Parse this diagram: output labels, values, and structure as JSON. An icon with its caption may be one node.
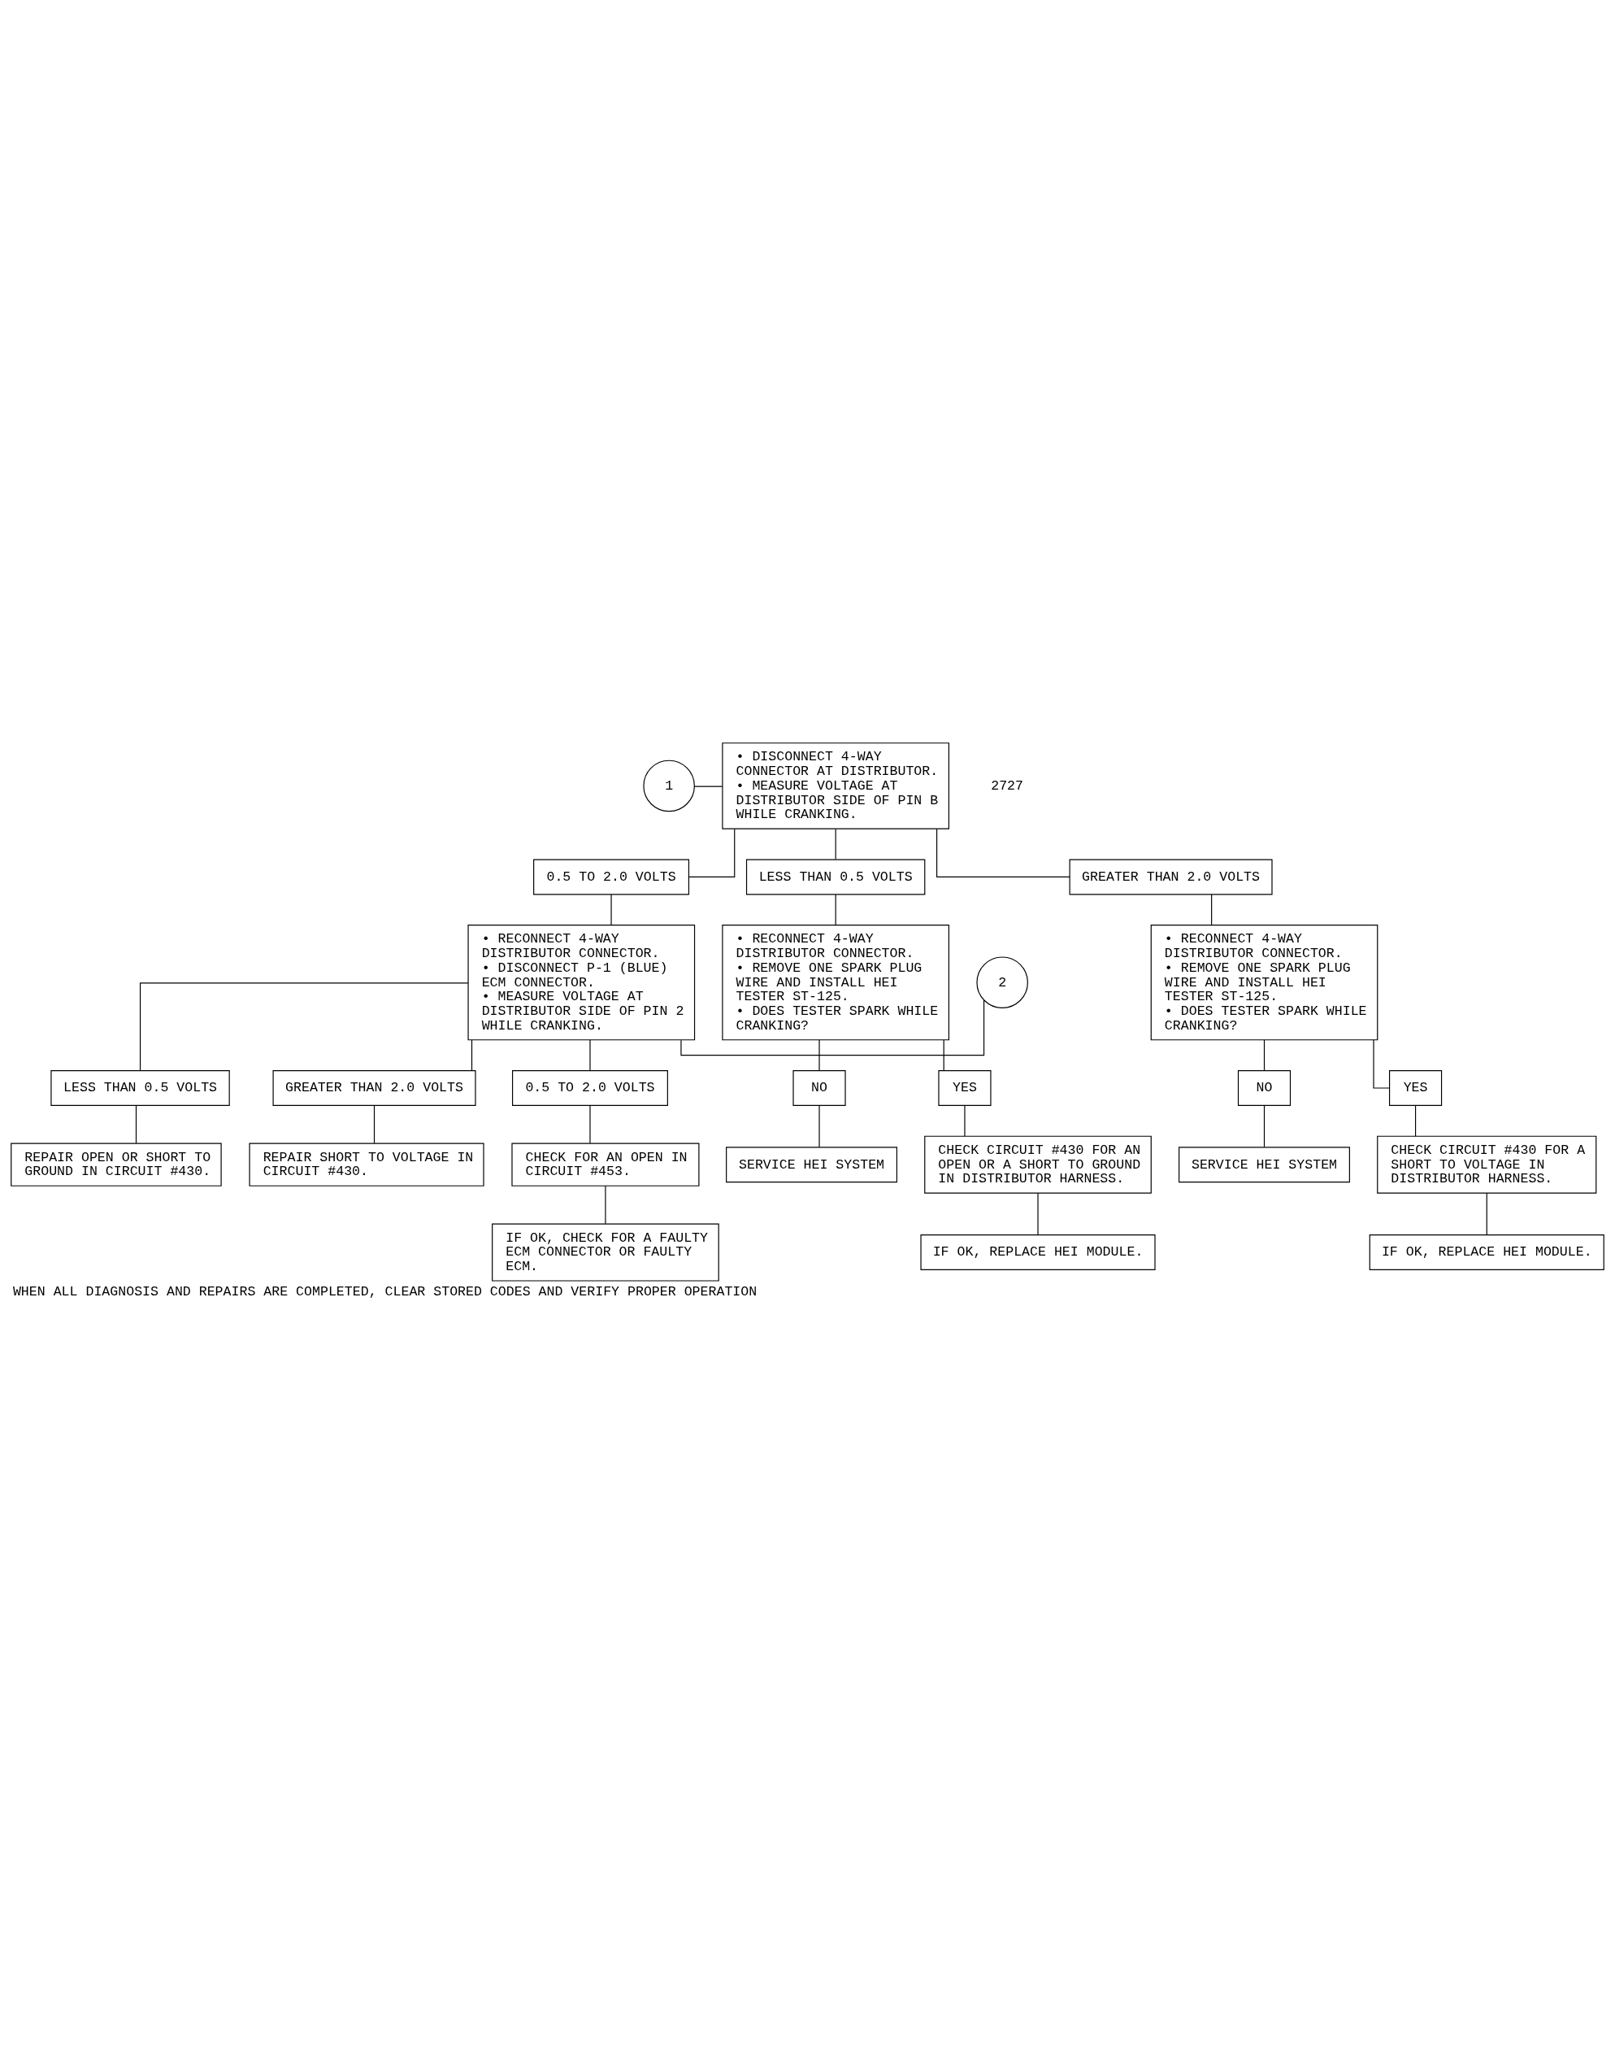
{
  "diagram": {
    "caption": "WHEN ALL DIAGNOSIS AND REPAIRS ARE COMPLETED, CLEAR STORED CODES AND VERIFY PROPER OPERATION",
    "nodes": [
      {
        "text": [
          "1"
        ]
      },
      {
        "text": [
          "• DISCONNECT 4-WAY CONNECTOR AT DISTRIBUTOR.",
          "• MEASURE VOLTAGE AT DISTRIBUTOR SIDE OF PIN B WHILE CRANKING."
        ]
      },
      {
        "text": [
          "0.5 TO 2.0 VOLTS"
        ]
      },
      {
        "text": [
          "LESS THAN 0.5 VOLTS"
        ]
      },
      {
        "text": [
          "GREATER THAN 2.0 VOLTS"
        ]
      },
      {
        "text": [
          "2"
        ]
      },
      {
        "text": [
          "• RECONNECT 4-WAY DISTRIBUTOR CONNECTOR.",
          "• DISCONNECT P-1 (BLUE) ECM CONNECTOR.",
          "• MEASURE VOLTAGE AT DISTRIBUTOR SIDE OF PIN 2 WHILE CRANKING."
        ]
      },
      {
        "text": [
          "• RECONNECT 4-WAY DISTRIBUTOR CONNECTOR.",
          "• REMOVE ONE SPARK PLUG WIRE AND INSTALL HEI TESTER ST-125.",
          "• DOES TESTER SPARK WHILE CRANKING?"
        ]
      },
      {
        "text": [
          "• RECONNECT 4-WAY DISTRIBUTOR CONNECTOR.",
          "• REMOVE ONE SPARK PLUG WIRE AND INSTALL HEI TESTER ST-125.",
          "• DOES TESTER SPARK WHILE CRANKING?"
        ]
      },
      {
        "text": [
          "YES"
        ]
      },
      {
        "text": [
          "NO"
        ]
      },
      {
        "text": [
          "YES"
        ]
      },
      {
        "text": [
          "NO"
        ]
      },
      {
        "text": [
          "CHECK CIRCUIT #430 FOR AN OPEN OR A SHORT TO GROUND IN DISTRIBUTOR HARNESS."
        ]
      },
      {
        "text": [
          "SERVICE HEI SYSTEM"
        ]
      },
      {
        "text": [
          "SERVICE HEI SYSTEM"
        ]
      },
      {
        "text": [
          "IF OK, REPLACE HEI MODULE."
        ]
      },
      {
        "text": [
          "CHECK CIRCUIT #430 FOR A SHORT TO VOLTAGE IN DISTRIBUTOR HARNESS."
        ]
      },
      {
        "text": [
          "IF OK, REPLACE HEI MODULE."
        ]
      },
      {
        "text": [
          "0.5 TO 2.0 VOLTS"
        ]
      },
      {
        "text": [
          "LESS THAN 0.5 VOLTS"
        ]
      },
      {
        "text": [
          "GREATER THAN 2.0 VOLTS"
        ]
      },
      {
        "text": [
          "CHECK FOR AN OPEN IN CIRCUIT #453."
        ]
      },
      {
        "text": [
          "REPAIR OPEN OR SHORT TO GROUND IN CIRCUIT #430."
        ]
      },
      {
        "text": [
          "REPAIR SHORT TO VOLTAGE IN CIRCUIT #430."
        ]
      },
      {
        "text": [
          "IF OK, CHECK FOR A FAULTY ECM CONNECTOR OR FAULTY ECM."
        ]
      }
    ],
    "edges": [
      {
        "from": 0,
        "to": 1,
        "arrow": "none"
      },
      {
        "from": 1,
        "to": 2,
        "arrow": "none"
      },
      {
        "from": 1,
        "to": 3,
        "arrow": "none"
      },
      {
        "from": 1,
        "to": 4,
        "arrow": "none"
      },
      {
        "from": 5,
        "to": 6,
        "arrow": "none"
      },
      {
        "from": 2,
        "to": 6,
        "arrow": "none"
      },
      {
        "from": 3,
        "to": 7,
        "arrow": "none"
      },
      {
        "from": 4,
        "to": 8,
        "arrow": "none"
      },
      {
        "from": 7,
        "to": 9,
        "arrow": "none"
      },
      {
        "from": 7,
        "to": 10,
        "arrow": "none"
      },
      {
        "from": 8,
        "to": 11,
        "arrow": "none"
      },
      {
        "from": 8,
        "to": 12,
        "arrow": "none"
      },
      {
        "from": 9,
        "to": 13,
        "arrow": "none"
      },
      {
        "from": 10,
        "to": 14,
        "arrow": "none"
      },
      {
        "from": 12,
        "to": 15,
        "arrow": "none"
      },
      {
        "from": 13,
        "to": 16,
        "arrow": "none"
      },
      {
        "from": 11,
        "to": 17,
        "arrow": "none"
      },
      {
        "from": 17,
        "to": 18,
        "arrow": "none"
      },
      {
        "from": 6,
        "to": 19,
        "arrow": "none"
      },
      {
        "from": 6,
        "to": 20,
        "arrow": "none"
      },
      {
        "from": 6,
        "to": 21,
        "arrow": "none"
      },
      {
        "from": 19,
        "to": 22,
        "arrow": "none"
      },
      {
        "from": 20,
        "to": 23,
        "arrow": "none"
      },
      {
        "from": 21,
        "to": 24,
        "arrow": "none"
      },
      {
        "from": 22,
        "to": 25,
        "arrow": "none"
      }
    ],
    "labels": [
      "2727"
    ]
  }
}
